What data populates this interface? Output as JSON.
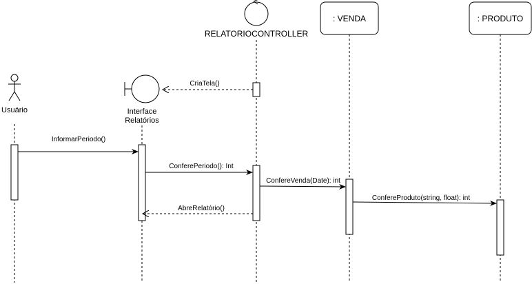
{
  "participants": {
    "actor": {
      "label": "Usuário"
    },
    "boundary": {
      "label_line1": "Interface",
      "label_line2": "Relatórios"
    },
    "control": {
      "label": "RELATORIOCONTROLLER"
    },
    "venda": {
      "label": ": VENDA"
    },
    "produto": {
      "label": ": PRODUTO"
    }
  },
  "messages": {
    "cria_tela": {
      "label": "CriaTela()",
      "kind": "return"
    },
    "informar_periodo": {
      "label": "InformarPeriodo()",
      "kind": "sync"
    },
    "confere_periodo": {
      "label": "ConferePeriodo(): Int",
      "kind": "sync"
    },
    "confere_venda": {
      "label": "ConfereVenda(Date): int",
      "kind": "sync"
    },
    "confere_produto": {
      "label": "ConfereProduto(string, float): int",
      "kind": "sync"
    },
    "abre_relatorio": {
      "label": "AbreRelatório()",
      "kind": "return"
    }
  }
}
